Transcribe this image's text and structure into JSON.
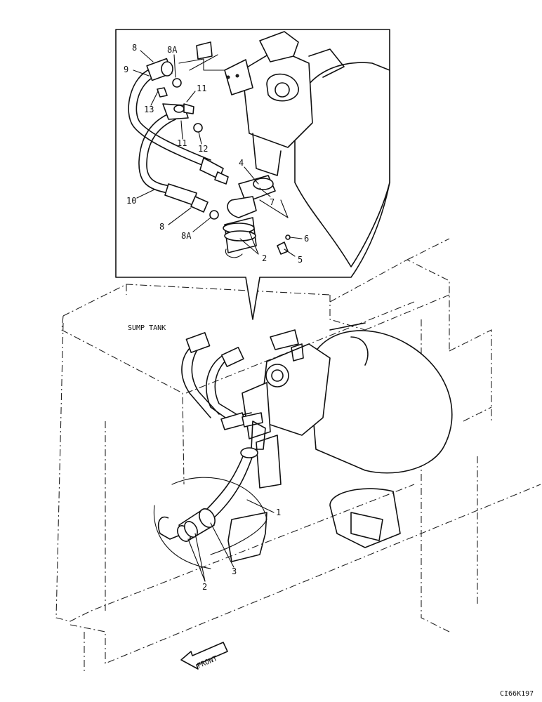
{
  "inset_callouts": {
    "c8_top": "8",
    "c8a_top": "8A",
    "c9": "9",
    "c11_a": "11",
    "c13": "13",
    "c11_b": "11",
    "c12": "12",
    "c4": "4",
    "c7": "7",
    "c10": "10",
    "c8_bot": "8",
    "c8a_bot": "8A",
    "c6": "6",
    "c2_inset": "2",
    "c5": "5"
  },
  "main_callouts": {
    "c1": "1",
    "c2": "2",
    "c3": "3"
  },
  "labels": {
    "sump_tank": "SUMP TANK",
    "front": "FRONT",
    "drawing_code": "CI66K197"
  },
  "icons": [
    "front-arrow-icon"
  ]
}
